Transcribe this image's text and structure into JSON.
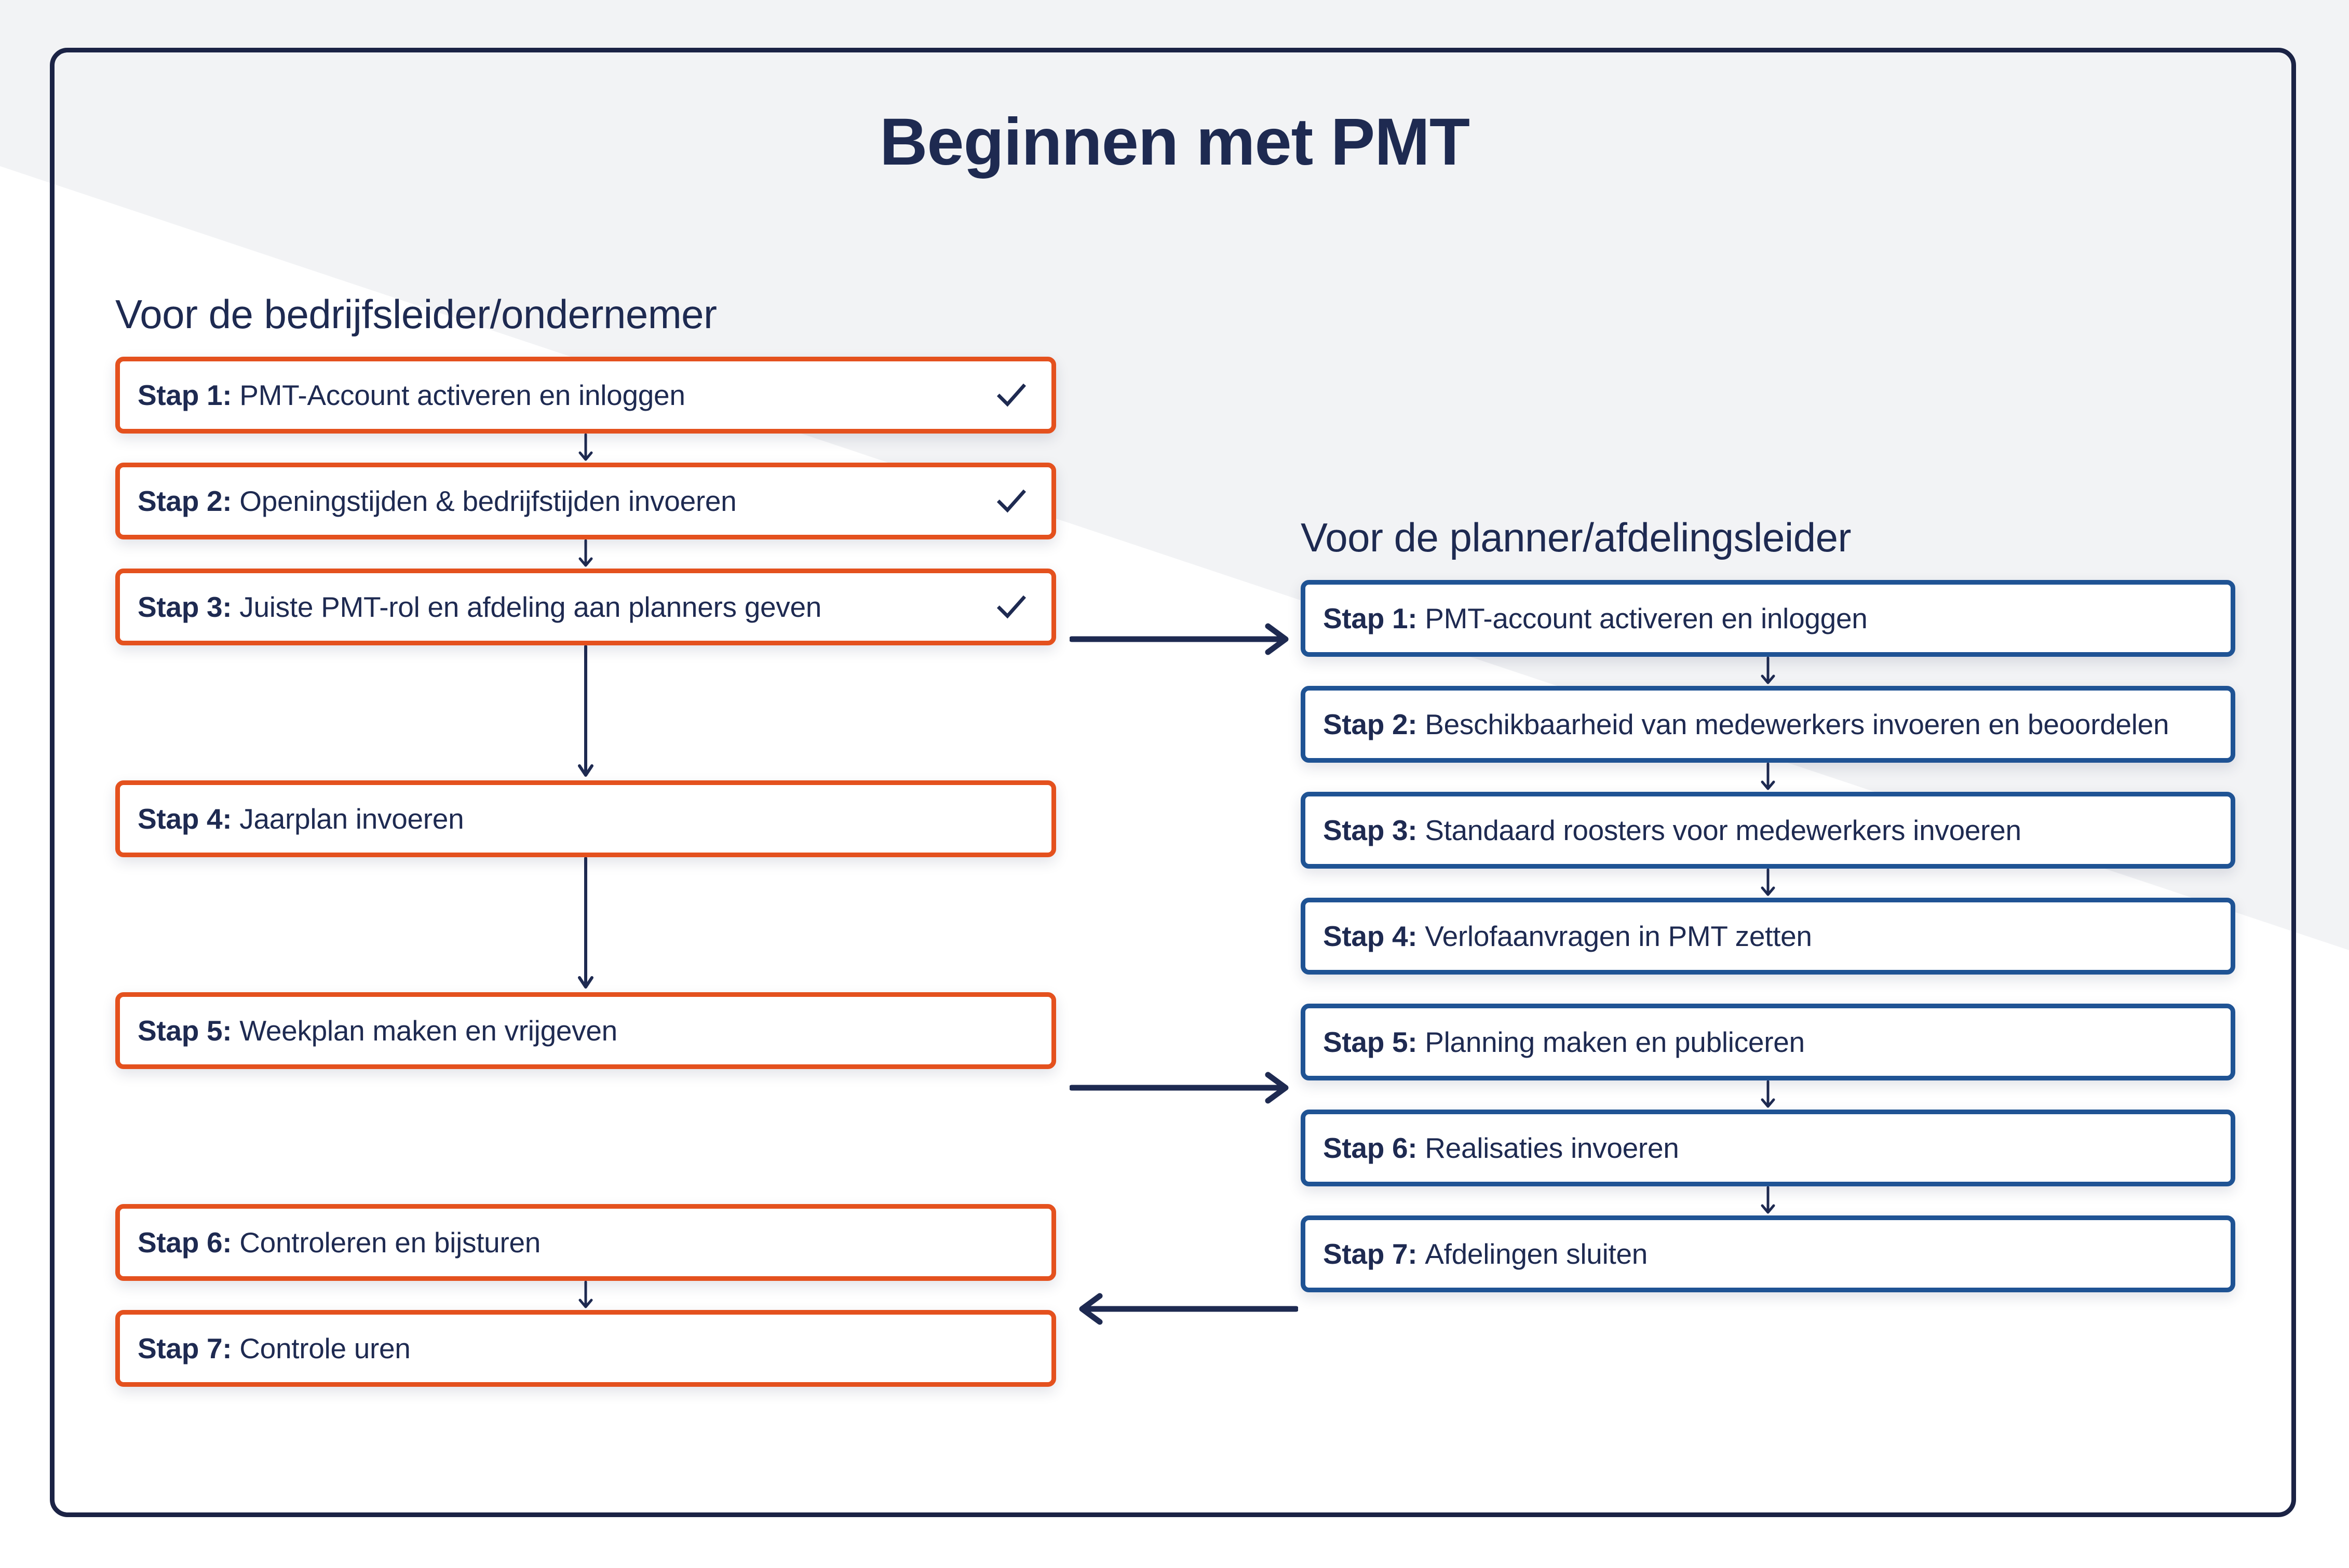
{
  "page": {
    "title": "Beginnen met PMT",
    "colors": {
      "navy": "#1E2A51",
      "orange": "#E4511E",
      "blue": "#1F5394",
      "frame": "#1B2345",
      "background": "#FFFFFF",
      "diagonal_band": "#F2F3F5"
    }
  },
  "left_column": {
    "heading": "Voor de bedrijfsleider/ondernemer",
    "accent_color": "#E4511E",
    "steps": [
      {
        "label": "Stap 1:",
        "text": "PMT-Account activeren en inloggen",
        "checked": true
      },
      {
        "label": "Stap 2:",
        "text": "Openingstijden & bedrijfstijden invoeren",
        "checked": true
      },
      {
        "label": "Stap 3:",
        "text": "Juiste PMT-rol en afdeling aan planners geven",
        "checked": true
      },
      {
        "label": "Stap 4:",
        "text": "Jaarplan invoeren",
        "checked": false
      },
      {
        "label": "Stap 5:",
        "text": "Weekplan maken en vrijgeven",
        "checked": false
      },
      {
        "label": "Stap 6:",
        "text": "Controleren en bijsturen",
        "checked": false
      },
      {
        "label": "Stap 7:",
        "text": "Controle uren",
        "checked": false
      }
    ]
  },
  "right_column": {
    "heading": "Voor de planner/afdelingsleider",
    "accent_color": "#1F5394",
    "steps": [
      {
        "label": "Stap 1:",
        "text": "PMT-account activeren en inloggen",
        "checked": false
      },
      {
        "label": "Stap 2:",
        "text": "Beschikbaarheid van medewerkers invoeren en beoordelen",
        "checked": false
      },
      {
        "label": "Stap 3:",
        "text": "Standaard roosters voor medewerkers invoeren",
        "checked": false
      },
      {
        "label": "Stap 4:",
        "text": "Verlofaanvragen in PMT zetten",
        "checked": false
      },
      {
        "label": "Stap 5:",
        "text": "Planning maken en publiceren",
        "checked": false
      },
      {
        "label": "Stap 6:",
        "text": "Realisaties invoeren",
        "checked": false
      },
      {
        "label": "Stap 7:",
        "text": "Afdelingen sluiten",
        "checked": false
      }
    ]
  },
  "connectors": {
    "cross_arrows": [
      {
        "name": "left-step3-to-right-step1",
        "direction": "right"
      },
      {
        "name": "left-step5-to-right-step5",
        "direction": "right"
      },
      {
        "name": "right-step7-to-left-step6",
        "direction": "left"
      }
    ]
  }
}
